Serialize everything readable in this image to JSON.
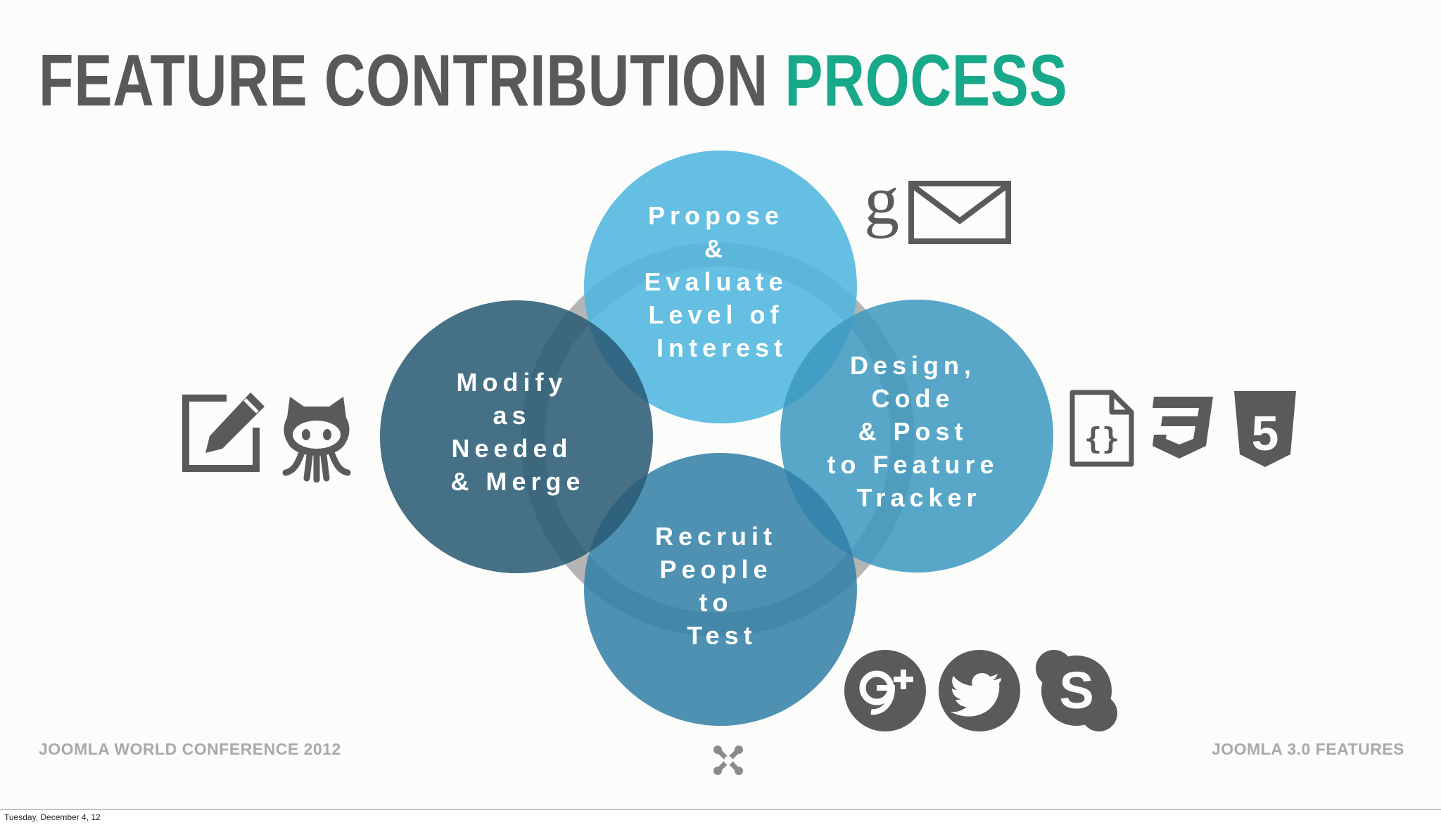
{
  "title": {
    "main": "FEATURE CONTRIBUTION ",
    "accent": "PROCESS"
  },
  "colors": {
    "title_gray": "#595959",
    "title_accent": "#18a88a",
    "circle_light": "#4fb6df",
    "circle_mid": "#3d98c0",
    "circle_dark": "#2d5f78",
    "icon_gray": "#5a5a5a",
    "footer_gray": "#a9aaa8"
  },
  "diagram": {
    "circles": [
      {
        "name": "propose",
        "lines": [
          "Propose",
          "&",
          "Evaluate",
          "Level of",
          "Interest"
        ]
      },
      {
        "name": "design",
        "lines": [
          "Design,",
          "Code",
          "& Post",
          "to Feature",
          "Tracker"
        ]
      },
      {
        "name": "recruit",
        "lines": [
          "Recruit",
          "People",
          "to",
          "Test"
        ]
      },
      {
        "name": "modify",
        "lines": [
          "Modify",
          "as",
          "Needed",
          "& Merge"
        ]
      }
    ]
  },
  "icons": {
    "top_right": [
      "gmail-g-icon",
      "mail-envelope-icon"
    ],
    "right": [
      "json-file-icon",
      "css3-icon",
      "html5-icon"
    ],
    "bottom_right": [
      "google-plus-icon",
      "twitter-icon",
      "skype-icon"
    ],
    "left": [
      "edit-pencil-icon",
      "github-octocat-icon"
    ],
    "gmail_letter": "g",
    "css3_digit": "3",
    "html5_digit": "5",
    "skype_letter": "S",
    "braces": "{}"
  },
  "footer": {
    "left": "JOOMLA WORLD CONFERENCE 2012",
    "right": "JOOMLA 3.0 FEATURES"
  },
  "status": {
    "date": "Tuesday, December 4, 12"
  }
}
